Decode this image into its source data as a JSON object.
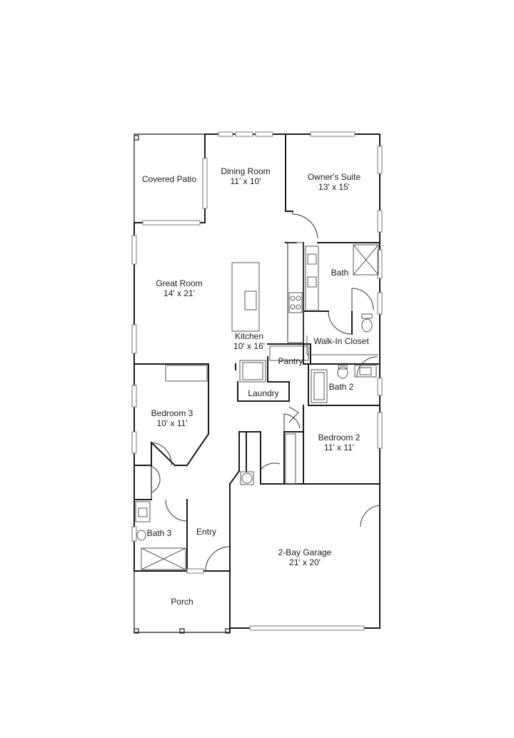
{
  "rooms": {
    "covered_patio": {
      "name": "Covered Patio"
    },
    "dining_room": {
      "name": "Dining Room",
      "size": "11' x 10'"
    },
    "owners_suite": {
      "name": "Owner's Suite",
      "size": "13' x 15'"
    },
    "bath": {
      "name": "Bath"
    },
    "great_room": {
      "name": "Great Room",
      "size": "14' x 21'"
    },
    "kitchen": {
      "name": "Kitchen",
      "size": "10' x 16'"
    },
    "walk_in_closet": {
      "name": "Walk-In Closet"
    },
    "pantry": {
      "name": "Pantry"
    },
    "bath_2": {
      "name": "Bath 2"
    },
    "laundry": {
      "name": "Laundry"
    },
    "bedroom_3": {
      "name": "Bedroom 3",
      "size": "10' x 11'"
    },
    "bedroom_2": {
      "name": "Bedroom 2",
      "size": "11' x 11'"
    },
    "bath_3": {
      "name": "Bath 3"
    },
    "entry": {
      "name": "Entry"
    },
    "garage": {
      "name": "2-Bay Garage",
      "size": "21' x 20'"
    },
    "porch": {
      "name": "Porch"
    }
  }
}
